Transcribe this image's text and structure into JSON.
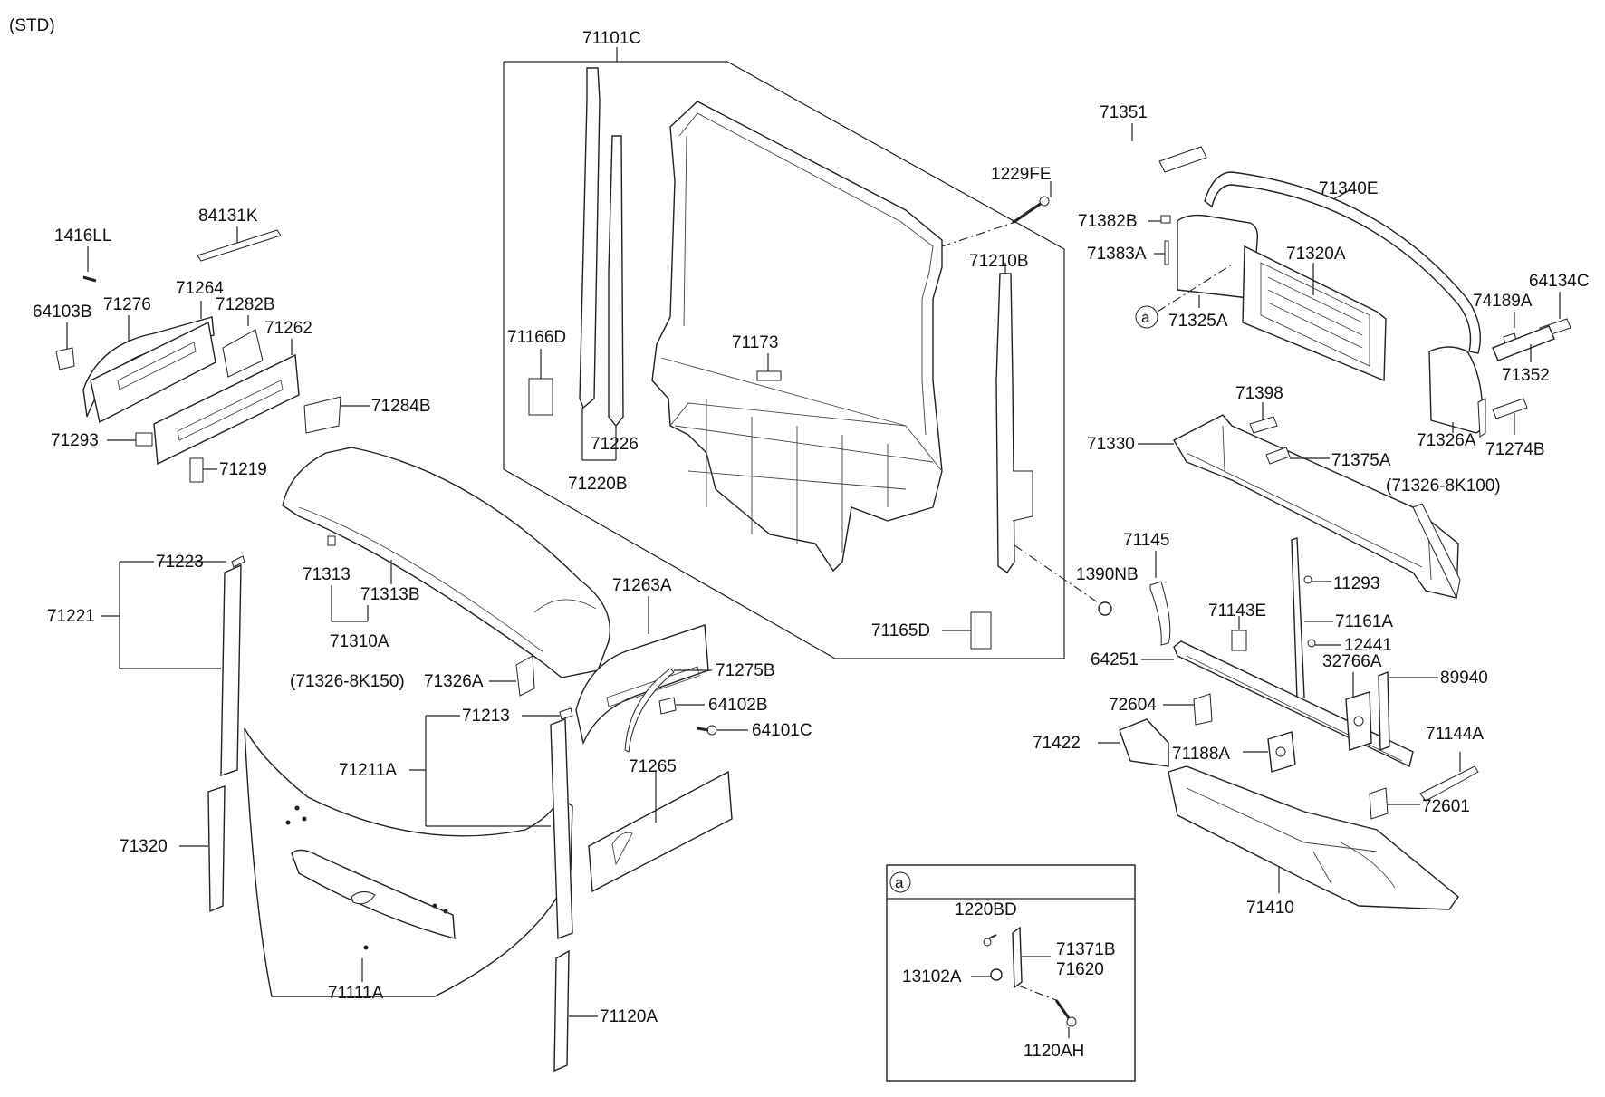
{
  "header": {
    "variant": "(STD)"
  },
  "labels": {
    "l71101C": "71101C",
    "l1229FE": "1229FE",
    "l71210B": "71210B",
    "l71166D": "71166D",
    "l71173": "71173",
    "l71226": "71226",
    "l71220B": "71220B",
    "l1390NB": "1390NB",
    "l71165D": "71165D",
    "l84131K": "84131K",
    "l1416LL": "1416LL",
    "l71264": "71264",
    "l71276": "71276",
    "l64103B": "64103B",
    "l71282B": "71282B",
    "l71262": "71262",
    "l71284B": "71284B",
    "l71293": "71293",
    "l71219": "71219",
    "l71223": "71223",
    "l71221": "71221",
    "l71313": "71313",
    "l71313B": "71313B",
    "l71310A": "71310A",
    "l71326_8K150": "(71326-8K150)",
    "l71326A_left": "71326A",
    "l71263A": "71263A",
    "l71275B": "71275B",
    "l64102B": "64102B",
    "l64101C": "64101C",
    "l71213": "71213",
    "l71211A": "71211A",
    "l71265": "71265",
    "l71320": "71320",
    "l71111A": "71111A",
    "l71120A": "71120A",
    "l71351": "71351",
    "l71340E": "71340E",
    "l71382B": "71382B",
    "l71383A": "71383A",
    "l71320A": "71320A",
    "l71325A": "71325A",
    "l64134C": "64134C",
    "l74189A": "74189A",
    "l71352": "71352",
    "l71398": "71398",
    "l71330": "71330",
    "l71375A": "71375A",
    "l71326A_right": "71326A",
    "l71274B": "71274B",
    "l71326_8K100": "(71326-8K100)",
    "l71145": "71145",
    "l11293": "11293",
    "l71143E": "71143E",
    "l71161A": "71161A",
    "l12441": "12441",
    "l64251": "64251",
    "l32766A": "32766A",
    "l89940": "89940",
    "l72604": "72604",
    "l71422": "71422",
    "l71188A": "71188A",
    "l71144A": "71144A",
    "l72601": "72601",
    "l71410": "71410",
    "l1220BD": "1220BD",
    "l71371B": "71371B",
    "l71620": "71620",
    "l13102A": "13102A",
    "l1120AH": "1120AH",
    "callout_a": "a",
    "inset_a": "a"
  }
}
